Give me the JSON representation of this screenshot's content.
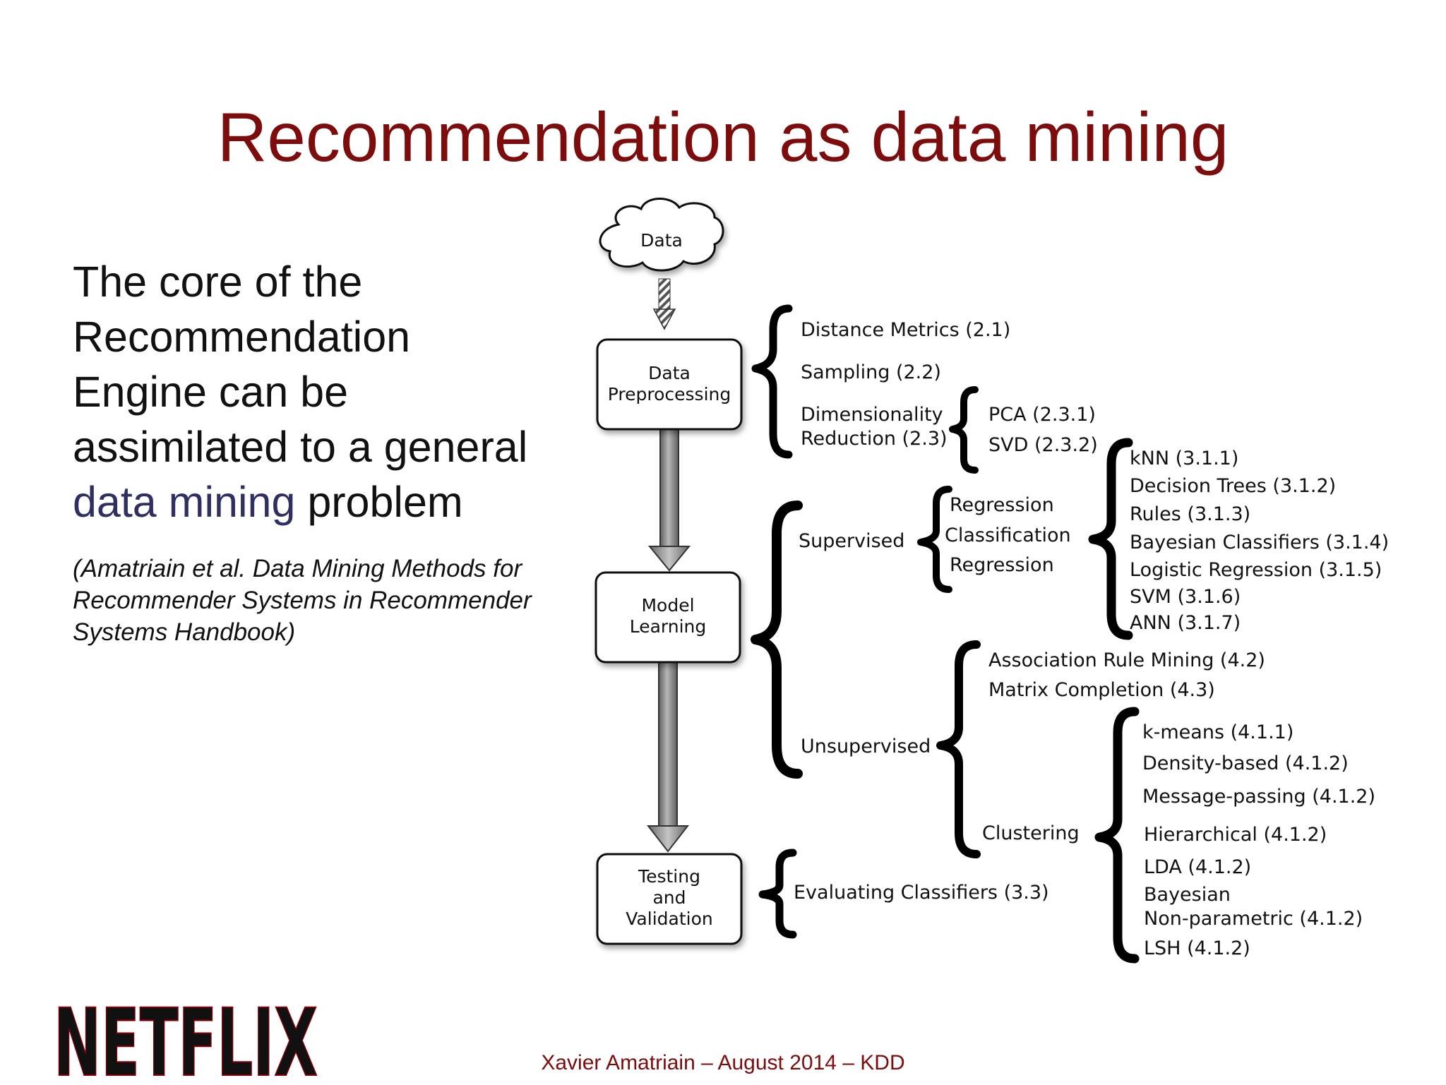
{
  "slide": {
    "title": "Recommendation as data mining",
    "body_lines": [
      "The core of the",
      "Recommendation",
      "Engine can be",
      "assimilated to a general"
    ],
    "body_highlight": "data mining",
    "body_tail": " problem",
    "citation_lines": [
      "(Amatriain et al. Data Mining Methods for",
      "Recommender Systems in Recommender",
      "Systems Handbook)"
    ],
    "footer": "Xavier Amatriain – August 2014 – KDD",
    "logo_text": "NETFLIX",
    "colors": {
      "title": "#7d0c0c",
      "highlight": "#2f2f62",
      "logo": "#e50914"
    }
  },
  "diagram": {
    "cloud": "Data",
    "stages": {
      "preprocessing": [
        "Data",
        "Preprocessing"
      ],
      "learning": [
        "Model",
        "Learning"
      ],
      "testing": [
        "Testing",
        "and",
        "Validation"
      ]
    },
    "preprocessing": {
      "distance": "Distance Metrics (2.1)",
      "sampling": "Sampling (2.2)",
      "dimensionality": [
        "Dimensionality",
        "Reduction (2.3)"
      ],
      "pca": "PCA (2.3.1)",
      "svd": "SVD (2.3.2)"
    },
    "learning": {
      "supervised": "Supervised",
      "regression1": "Regression",
      "classification": "Classification",
      "regression2": "Regression",
      "classifiers": [
        "kNN (3.1.1)",
        "Decision Trees (3.1.2)",
        "Rules (3.1.3)",
        "Bayesian Classifiers (3.1.4)",
        "Logistic Regression (3.1.5)",
        "SVM (3.1.6)",
        "ANN (3.1.7)"
      ],
      "unsupervised": "Unsupervised",
      "association": "Association Rule Mining (4.2)",
      "matrix": "Matrix Completion (4.3)",
      "clustering": "Clustering",
      "cluster_methods": [
        "k-means (4.1.1)",
        "Density-based (4.1.2)",
        "Message-passing (4.1.2)",
        "Hierarchical (4.1.2)",
        "LDA (4.1.2)",
        "Bayesian",
        "Non-parametric (4.1.2)",
        "LSH (4.1.2)"
      ]
    },
    "testing": {
      "evaluating": "Evaluating Classifiers (3.3)"
    }
  }
}
